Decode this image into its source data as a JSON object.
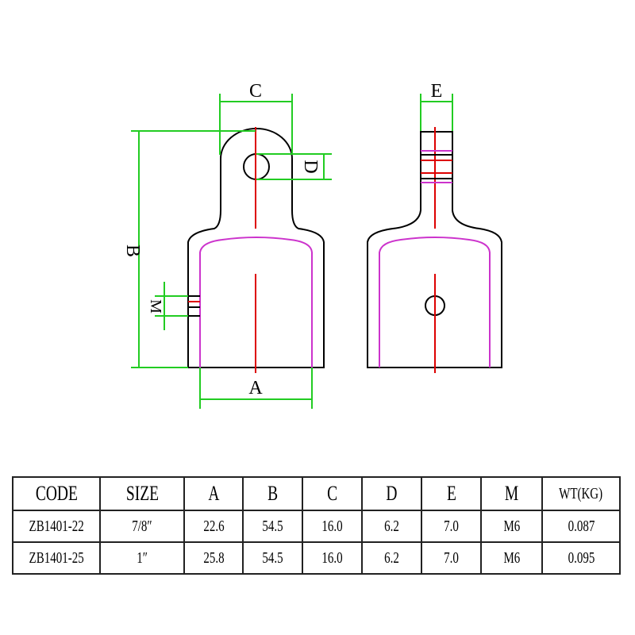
{
  "drawing": {
    "labels": {
      "A": "A",
      "B": "B",
      "C": "C",
      "D": "D",
      "E": "E",
      "M": "M"
    },
    "colors": {
      "outline": "#000000",
      "dimension": "#22cc22",
      "centerline": "#dd0000",
      "inner": "#cc33cc"
    }
  },
  "table": {
    "headers": [
      "CODE",
      "SIZE",
      "A",
      "B",
      "C",
      "D",
      "E",
      "M",
      "WT(KG)"
    ],
    "rows": [
      [
        "ZB1401-22",
        "7/8″",
        "22.6",
        "54.5",
        "16.0",
        "6.2",
        "7.0",
        "M6",
        "0.087"
      ],
      [
        "ZB1401-25",
        "1″",
        "25.8",
        "54.5",
        "16.0",
        "6.2",
        "7.0",
        "M6",
        "0.095"
      ]
    ]
  }
}
